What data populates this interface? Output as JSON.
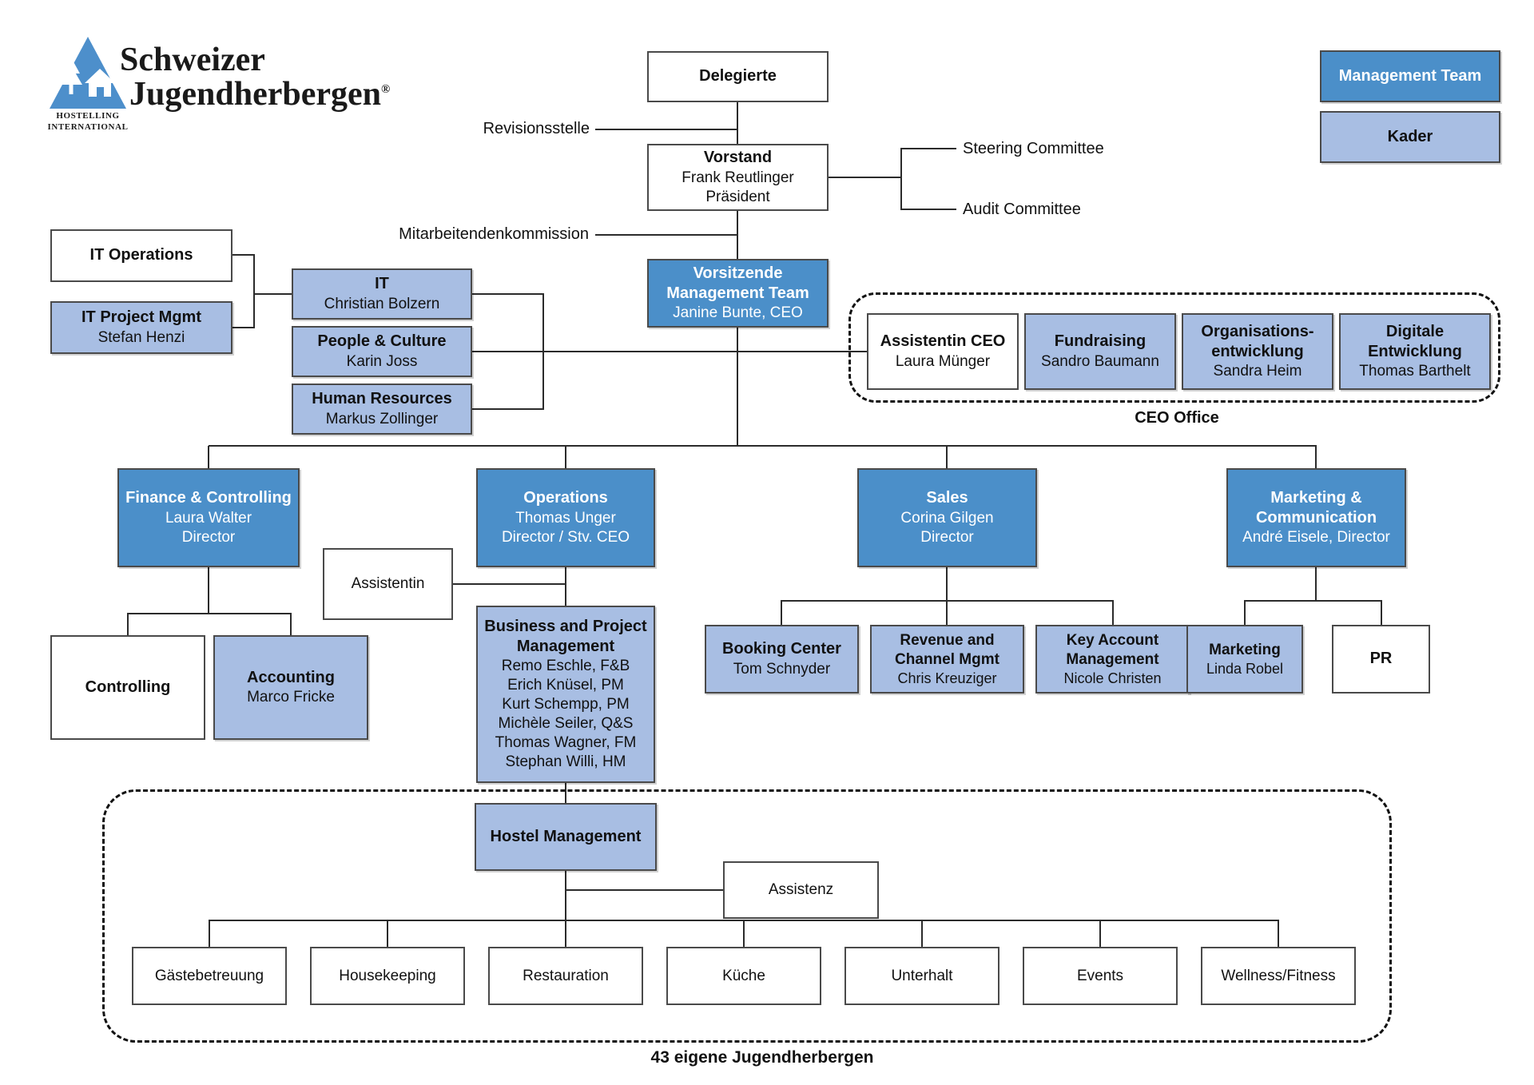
{
  "colors": {
    "management_team": "#4B8FC9",
    "kader": "#A8BEE3",
    "box_border": "#4a4a4a",
    "line": "#2b2b2b"
  },
  "logo": {
    "line1": "Schweizer",
    "line2": "Jugendherbergen",
    "registered": "®",
    "hi1": "HOSTELLING",
    "hi2": "INTERNATIONAL"
  },
  "legend": {
    "management_team": "Management Team",
    "kader": "Kader"
  },
  "annotations": {
    "revisionsstelle": "Revisionsstelle",
    "mitarbeitendenkommission": "Mitarbeitendenkommission",
    "steering_committee": "Steering Committee",
    "audit_committee": "Audit Committee",
    "ceo_office": "CEO Office",
    "footer": "43 eigene Jugendherbergen"
  },
  "nodes": {
    "delegierte": {
      "t1": "Delegierte"
    },
    "vorstand": {
      "t1": "Vorstand",
      "s1": "Frank Reutlinger",
      "s2": "Präsident"
    },
    "vorsitzende": {
      "t1": "Vorsitzende",
      "t2": "Management Team",
      "s1": "Janine Bunte, CEO"
    },
    "it_operations": {
      "t1": "IT Operations"
    },
    "it_project_mgmt": {
      "t1": "IT Project Mgmt",
      "s1": "Stefan Henzi"
    },
    "it": {
      "t1": "IT",
      "s1": "Christian Bolzern"
    },
    "people_culture": {
      "t1": "People & Culture",
      "s1": "Karin Joss"
    },
    "human_resources": {
      "t1": "Human Resources",
      "s1": "Markus Zollinger"
    },
    "assistentin_ceo": {
      "t1": "Assistentin CEO",
      "s1": "Laura Münger"
    },
    "fundraising": {
      "t1": "Fundraising",
      "s1": "Sandro Baumann"
    },
    "organisationsentwicklung": {
      "t1": "Organisations-",
      "t2": "entwicklung",
      "s1": "Sandra Heim"
    },
    "digitale_entwicklung": {
      "t1": "Digitale",
      "t2": "Entwicklung",
      "s1": "Thomas Barthelt"
    },
    "finance_controlling": {
      "t1": "Finance & Controlling",
      "s1": "Laura Walter",
      "s2": "Director"
    },
    "operations": {
      "t1": "Operations",
      "s1": "Thomas Unger",
      "s2": "Director / Stv. CEO"
    },
    "sales": {
      "t1": "Sales",
      "s1": "Corina Gilgen",
      "s2": "Director"
    },
    "marketing_communication": {
      "t1": "Marketing &",
      "t2": "Communication",
      "s1": "André Eisele, Director"
    },
    "assistentin": {
      "t1": "Assistentin"
    },
    "controlling": {
      "t1": "Controlling"
    },
    "accounting": {
      "t1": "Accounting",
      "s1": "Marco Fricke"
    },
    "bpm": {
      "t1": "Business and Project",
      "t2": "Management",
      "m1": "Remo Eschle, F&B",
      "m2": "Erich Knüsel, PM",
      "m3": "Kurt Schempp, PM",
      "m4": "Michèle Seiler, Q&S",
      "m5": "Thomas Wagner, FM",
      "m6": "Stephan Willi, HM"
    },
    "booking_center": {
      "t1": "Booking Center",
      "s1": "Tom Schnyder"
    },
    "revenue_channel": {
      "t1": "Revenue and",
      "t2": "Channel Mgmt",
      "s1": "Chris Kreuziger"
    },
    "key_account": {
      "t1": "Key Account",
      "t2": "Management",
      "s1": "Nicole Christen"
    },
    "marketing": {
      "t1": "Marketing",
      "s1": "Linda Robel"
    },
    "pr": {
      "t1": "PR"
    },
    "hostel_management": {
      "t1": "Hostel Management"
    },
    "assistenz": {
      "t1": "Assistenz"
    },
    "gaestebetreuung": {
      "t1": "Gästebetreuung"
    },
    "housekeeping": {
      "t1": "Housekeeping"
    },
    "restauration": {
      "t1": "Restauration"
    },
    "kueche": {
      "t1": "Küche"
    },
    "unterhalt": {
      "t1": "Unterhalt"
    },
    "events": {
      "t1": "Events"
    },
    "wellness_fitness": {
      "t1": "Wellness/Fitness"
    }
  }
}
